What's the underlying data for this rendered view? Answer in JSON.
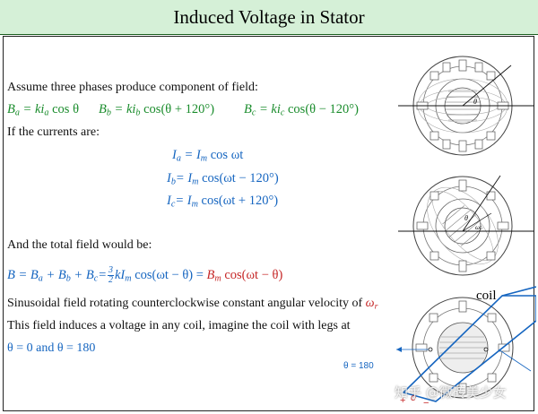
{
  "title": "Induced Voltage in Stator",
  "assume_text": "Assume three phases produce component of field:",
  "field_eqs": {
    "ba": {
      "lhs": "B",
      "sub": "a",
      "mid": " = ki",
      "isub": "a",
      "rhs": " cos θ"
    },
    "bb": {
      "lhs": "B",
      "sub": "b",
      "mid": " = ki",
      "isub": "b",
      "rhs": " cos(θ + 120°)"
    },
    "bc": {
      "lhs": "B",
      "sub": "c",
      "mid": " = ki",
      "isub": "c",
      "rhs": " cos(θ − 120°)"
    }
  },
  "currents_text": "If the currents are:",
  "current_eqs": {
    "ia": {
      "lhs": "I",
      "sub": "a",
      "rhs": " cos ωt"
    },
    "ib": {
      "lhs": "I",
      "sub": "b",
      "rhs": " cos(ωt − 120°)"
    },
    "ic": {
      "lhs": "I",
      "sub": "c",
      "rhs": " cos(ωt + 120°)"
    },
    "im_base": "I",
    "im_sub": "m"
  },
  "total_text": "And the total field would be:",
  "total_eq": {
    "lhs": "B = B",
    "sub_a": "a",
    "plus_b": " + B",
    "sub_b": "b",
    "plus_c": " + B",
    "sub_c": "c",
    "eq": "=",
    "frac_num": "3",
    "frac_den": "2",
    "mid": "kI",
    "sub_m": "m",
    "mid2": " cos(ωt − θ) = ",
    "red_b": "B",
    "red_sub": "m",
    "red_rest": " cos(ωt − θ)"
  },
  "sinusoidal_text": "Sinusoidal field rotating counterclockwise constant angular velocity of ",
  "omega_r": {
    "base": "ω",
    "sub": "r"
  },
  "induces_text": "This field induces a voltage in any coil, imagine the coil with legs at",
  "theta_eq": "θ = 0 and θ = 180",
  "figure": {
    "coil_label": "coil",
    "theta_label": "θ",
    "omega_t_label": "ωt",
    "theta180_label": "θ = 180",
    "plus_label": "+",
    "e_label": "e",
    "minus_label": "−"
  },
  "watermark": "知乎 @微砖美少女",
  "colors": {
    "green": "#1a8c2c",
    "blue": "#1565c0",
    "red": "#c62828",
    "title_bg": "#d5f0d7"
  }
}
